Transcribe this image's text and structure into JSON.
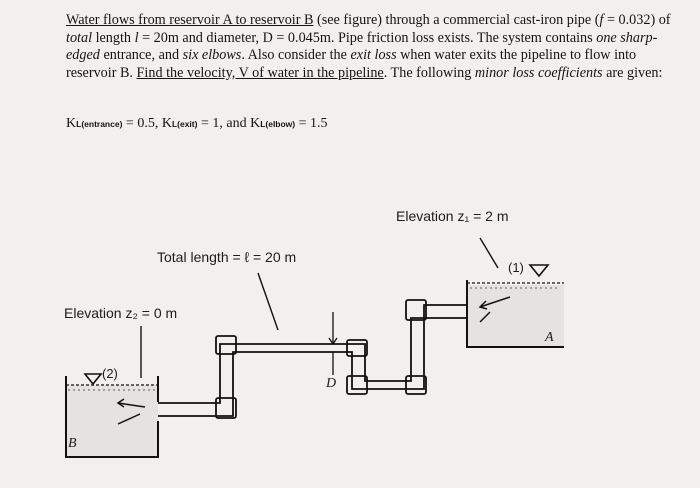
{
  "problem": {
    "intro_underlined": "Water flows from reservoir A to reservoir B",
    "intro_rest": " (see figure) through a commercial cast-iron pipe (",
    "f_symbol": "f",
    "f_value": " = 0.032) of ",
    "total_italic": "total",
    "length_text": " length ",
    "l_symbol": "l",
    "length_value": " = 20m and diameter, D = 0.045m.  Pipe friction loss exists. The system contains ",
    "entrance_italic": "one sharp-edged",
    "entrance_rest": " entrance, and ",
    "elbows_italic": "six elbows",
    "exit_pre": ". Also consider the ",
    "exit_italic": "exit loss",
    "exit_post": " when water exits the pipeline to flow into reservoir B. ",
    "find_underlined": "Find the velocity, V of water in the pipeline",
    "following": ". The following ",
    "minor_italic": "minor loss coefficients",
    "given": " are given:"
  },
  "coefficients": {
    "entrance_label": "K",
    "entrance_sub": "L(entrance)",
    "entrance_value": " = 0.5,  ",
    "exit_label": "K",
    "exit_sub": "L(exit)",
    "exit_value": " = 1, and ",
    "elbow_label": "K",
    "elbow_sub": "L(elbow)",
    "elbow_value": " = 1.5"
  },
  "figure": {
    "elevation_1": "Elevation z₁ = 2 m",
    "total_length": "Total length = ℓ = 20 m",
    "elevation_2": "Elevation z₂ = 0 m",
    "surface_1": "(1)",
    "surface_2": "(2)",
    "diameter": "D",
    "reservoir_a": "A",
    "reservoir_b": "B"
  }
}
